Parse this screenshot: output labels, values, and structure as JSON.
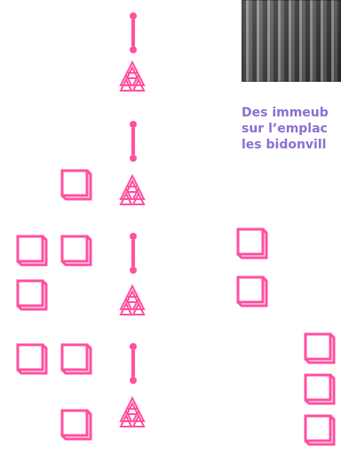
{
  "content": {
    "caption_lines": [
      "Des immeub",
      "sur l’emplac",
      "les bidonvill"
    ],
    "colors": {
      "accent_pink": "#ff4fa0",
      "accent_purple": "#8c6fd1"
    },
    "icons": [
      "vertical-link-icon",
      "triangle-cluster-icon",
      "square-icon"
    ]
  }
}
